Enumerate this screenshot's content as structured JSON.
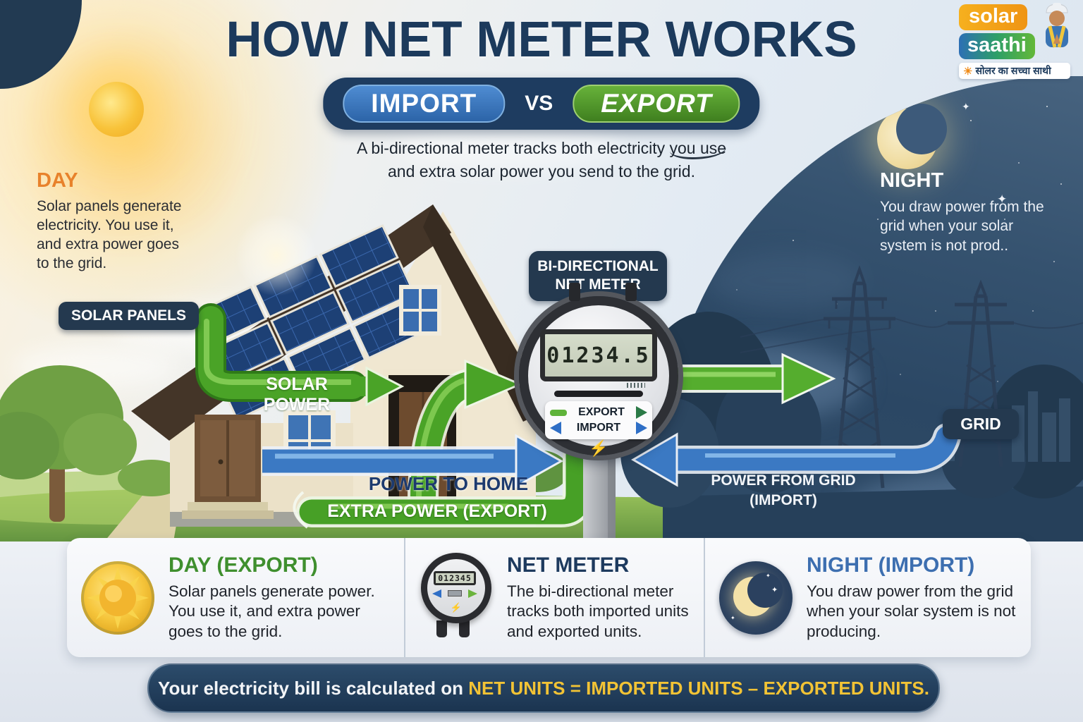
{
  "header": {
    "title": "HOW NET METER WORKS",
    "import_label": "IMPORT",
    "vs_label": "VS",
    "export_label": "EXPORT",
    "description": {
      "line1_start": "A bi-directional meter tracks both electricity ",
      "line1_underlined": "you use",
      "line2": "and extra solar power you send to the grid."
    }
  },
  "logo": {
    "line1": "solar",
    "line2": "saathi",
    "sun_icon": "☀",
    "tagline": "सोलर का सच्चा साथी"
  },
  "day_section": {
    "title": "DAY",
    "body": "Solar panels generate electricity. You use it, and extra power goes to the grid."
  },
  "night_section": {
    "title": "NIGHT",
    "body": "You draw power from the grid when your solar system is not prod..",
    "star_glyph": "✦"
  },
  "diagram": {
    "solar_panels_badge": "SOLAR PANELS",
    "solar_power_label": "SOLAR POWER",
    "meter_badge_line1": "BI-DIRECTIONAL",
    "meter_badge_line2": "NET METER",
    "meter_reading": "01234.5",
    "meter_export_label": "EXPORT",
    "meter_import_label": "IMPORT",
    "meter_bolt_icon": "⚡",
    "power_to_home_label": "POWER TO HOME",
    "extra_power_label": "EXTRA POWER (EXPORT)",
    "grid_badge": "GRID",
    "power_from_grid_line1": "POWER FROM GRID",
    "power_from_grid_line2": "(IMPORT)"
  },
  "cards": [
    {
      "icon": "sun-icon",
      "title": "DAY (EXPORT)",
      "title_color": "#3f8f2e",
      "body": "Solar panels generate power. You use it, and extra power goes to the grid."
    },
    {
      "icon": "meter-icon",
      "title": "NET METER",
      "title_color": "#1d3a5e",
      "mini_reading": "012345",
      "bolt_icon": "⚡",
      "body": "The bi-directional meter tracks both imported units and exported units."
    },
    {
      "icon": "moon-icon",
      "title": "NIGHT (IMPORT)",
      "title_color": "#3d6fb0",
      "body": "You draw power from the grid when your solar system is not producing."
    }
  ],
  "footer": {
    "text_normal": "Your electricity bill is calculated on ",
    "text_highlight": "NET UNITS = IMPORTED UNITS – EXPORTED UNITS."
  },
  "colors": {
    "title_navy": "#1c3a5c",
    "badge_navy": "#24394f",
    "accent_green": "#4aa327",
    "accent_blue": "#3b79c3",
    "import_pill_blue": "#2c64a8",
    "export_pill_green": "#3f7f1f",
    "day_label_orange": "#e8822b",
    "footer_highlight_yellow": "#f2c335",
    "night_bg": "#33506e"
  }
}
